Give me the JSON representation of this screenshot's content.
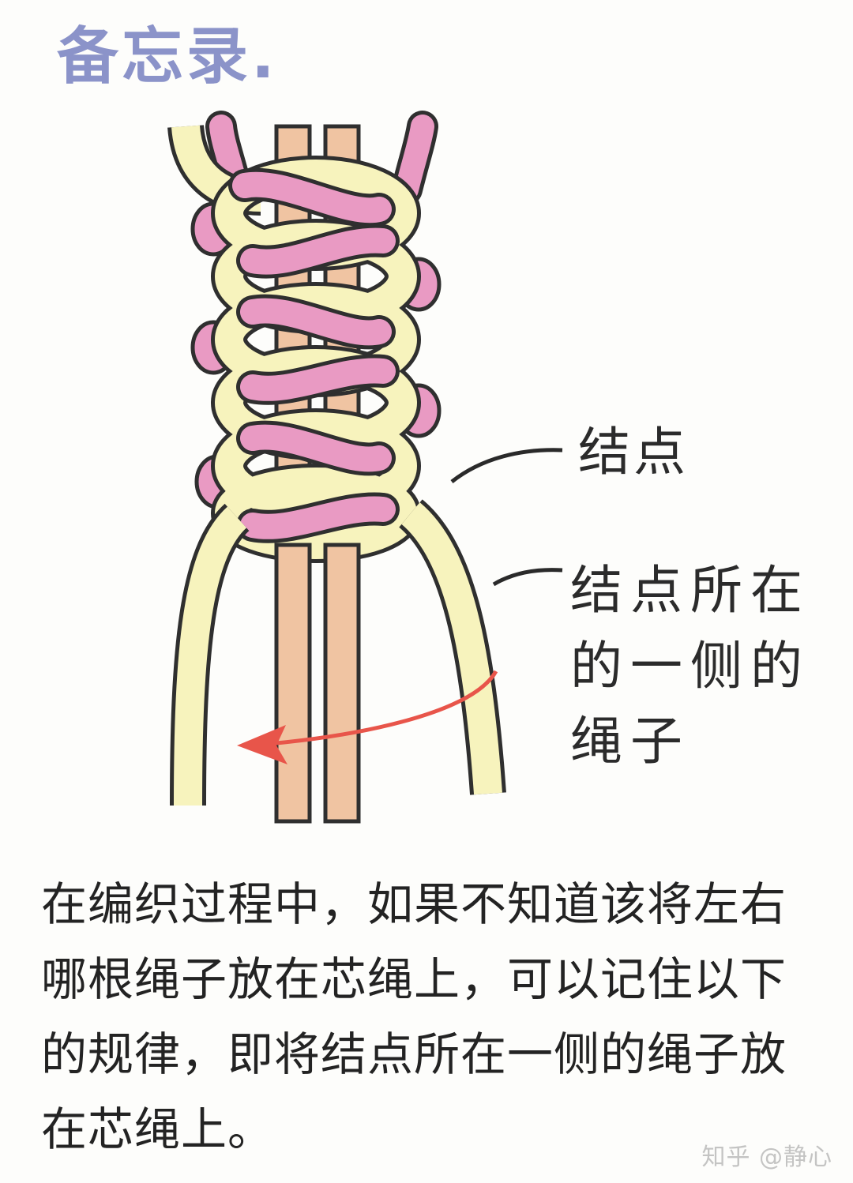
{
  "header": {
    "title": "备忘录."
  },
  "diagram": {
    "labels": {
      "knot": "结点",
      "knot_side_cord": "结点所在的一侧的绳子"
    },
    "colors": {
      "outer_cord": "#f7f3bd",
      "outline": "#2f2f2f",
      "core_cord": "#f0c4a2",
      "pink_cord": "#e99ac3",
      "arrow": "#e8554a",
      "title": "#8b93c9"
    }
  },
  "caption": "在编织过程中，如果不知道该将左右哪根绳子放在芯绳上，可以记住以下的规律，即将结点所在一侧的绳子放在芯绳上。",
  "watermark": "知乎 @静心"
}
